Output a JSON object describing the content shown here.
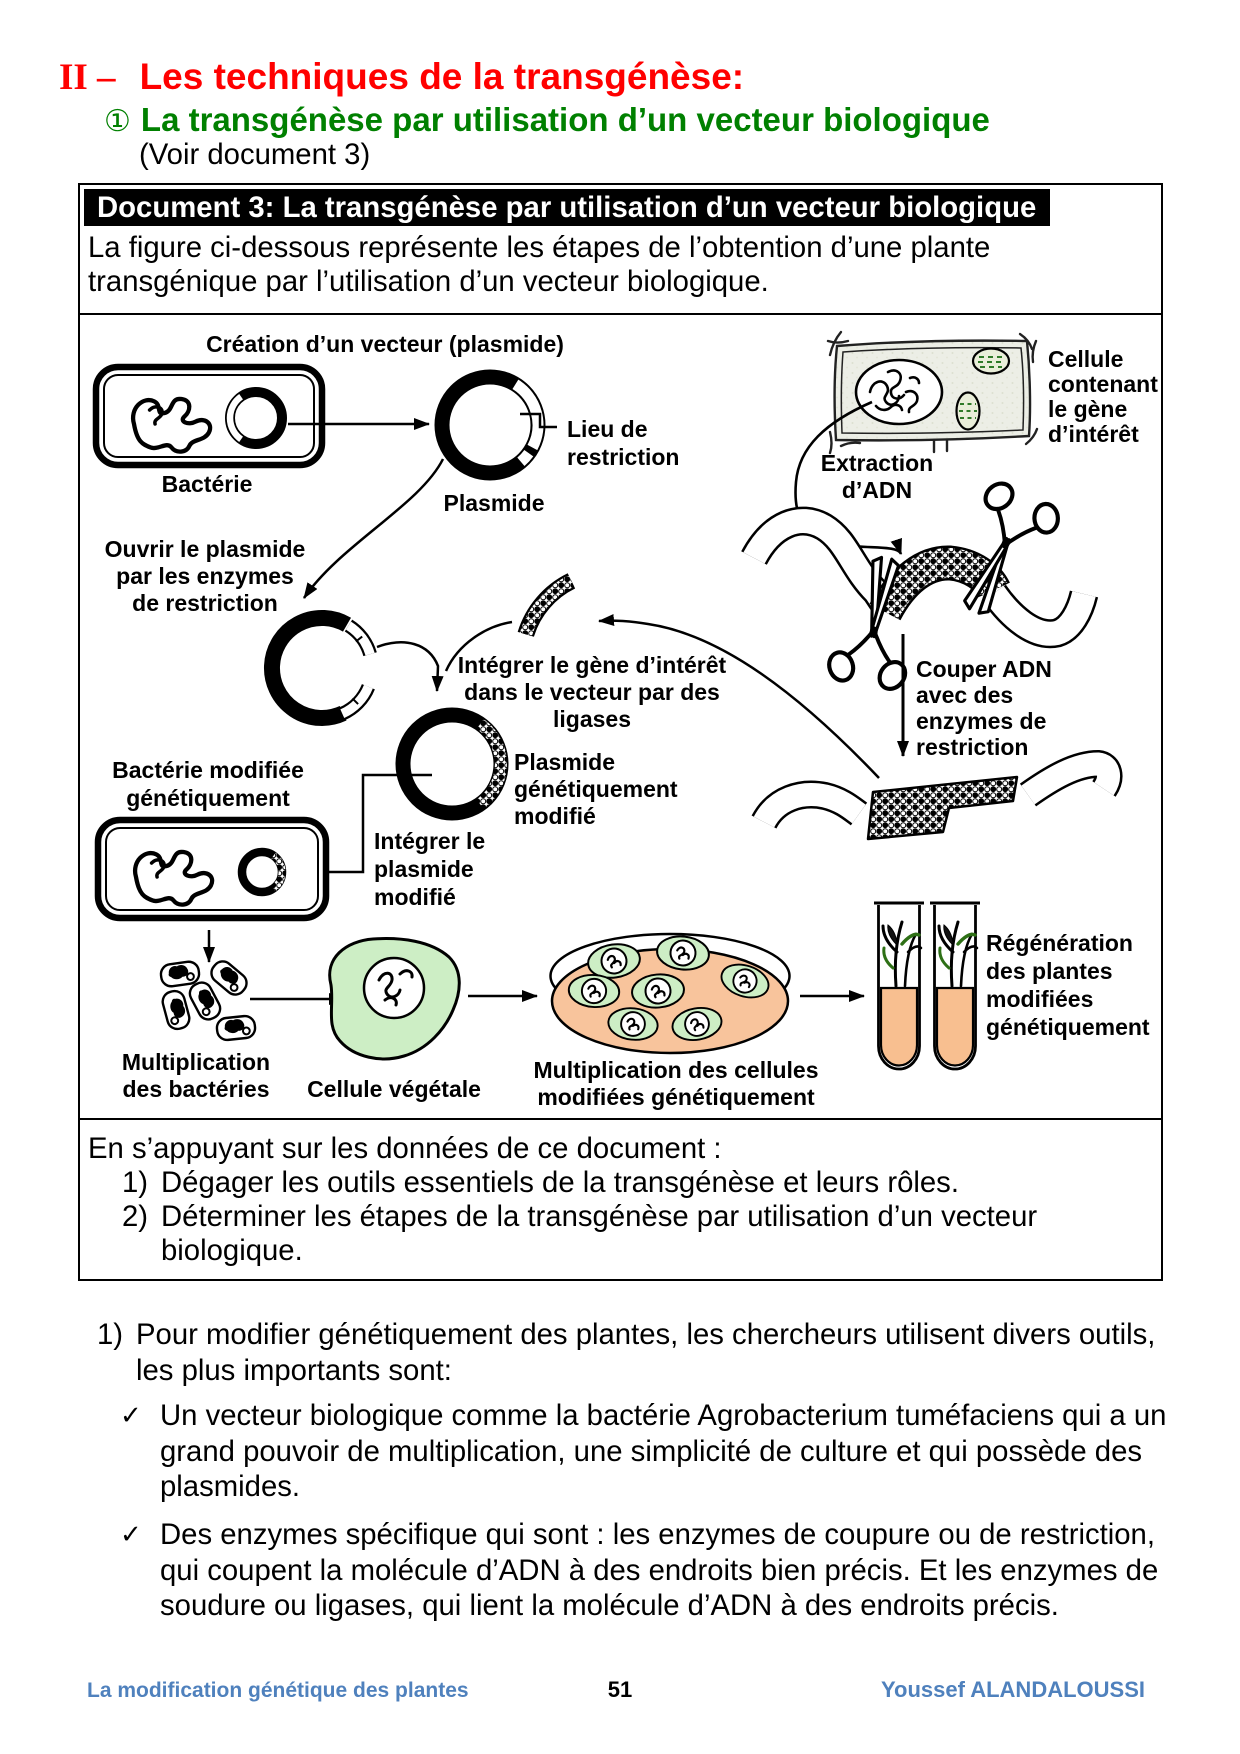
{
  "header": {
    "section_number": "II –",
    "section_title": "Les techniques de la transgénèse:",
    "subsection_marker": "①",
    "subsection_title": "La transgénèse par utilisation d’un vecteur biologique",
    "see_note": "(Voir document 3)"
  },
  "document_box": {
    "heading": "Document 3: La transgénèse par utilisation d’un vecteur biologique",
    "description": "La figure ci-dessous représente les étapes de l’obtention d’une plante\ntransgénique par l’utilisation d’un vecteur biologique.",
    "questions_intro": "En s’appuyant sur les données de ce document :",
    "questions": [
      {
        "num": "1)",
        "text": "Dégager les outils essentiels de la transgénèse et leurs rôles."
      },
      {
        "num": "2)",
        "text": "Déterminer les étapes de la transgénèse par utilisation d’un vecteur\nbiologique."
      }
    ]
  },
  "diagram": {
    "labels": {
      "creation_vecteur": "Création d’un vecteur (plasmide)",
      "bacterie": "Bactérie",
      "plasmide": "Plasmide",
      "lieu_restriction": "Lieu de\nrestriction",
      "ouvrir_plasmide": "Ouvrir le plasmide\npar les enzymes\nde restriction",
      "cellule_gene": "Cellule\ncontenant\nle gène\nd’intérêt",
      "extraction_adn": "Extraction\nd’ADN",
      "couper_adn": "Couper ADN\navec des\nenzymes de\nrestriction",
      "integrer_gene": "Intégrer le gène d’intérêt\ndans le vecteur par des\nligases",
      "plasmide_modifie": "Plasmide\ngénétiquement\nmodifié",
      "integrer_plasmide": "Intégrer le\nplasmide\nmodifié",
      "bacterie_modifiee": "Bactérie modifiée\ngénétiquement",
      "multiplication_bacteries": "Multiplication\ndes bactéries",
      "cellule_vegetale": "Cellule végétale",
      "multiplication_cellules": "Multiplication des cellules\nmodifiées génétiquement",
      "regeneration": "Régénération\ndes plantes\nmodifiées\ngénétiquement"
    }
  },
  "answers": {
    "item1_num": "1)",
    "item1_text": "Pour modifier génétiquement des plantes, les chercheurs utilisent divers outils,\nles plus importants sont:",
    "bullets": [
      {
        "mark": "✓",
        "text": "Un vecteur biologique comme la bactérie Agrobacterium tuméfaciens qui a un\ngrand pouvoir de multiplication, une simplicité de culture et qui possède des\nplasmides."
      },
      {
        "mark": "✓",
        "text": "Des enzymes spécifique qui sont : les enzymes de coupure ou de restriction,\nqui coupent la molécule d’ADN à des endroits bien précis. Et les enzymes de\nsoudure ou ligases, qui lient la molécule d’ADN à des endroits précis."
      }
    ]
  },
  "footer": {
    "left": "La modification génétique des plantes",
    "page_number": "51",
    "right": "Youssef ALANDALOUSSI"
  },
  "colors": {
    "title_red": "#ff0000",
    "subtitle_green": "#008000",
    "footer_blue": "#4f81bd",
    "agar_peach": "#f8c49c",
    "cell_green": "#cdeec5"
  }
}
